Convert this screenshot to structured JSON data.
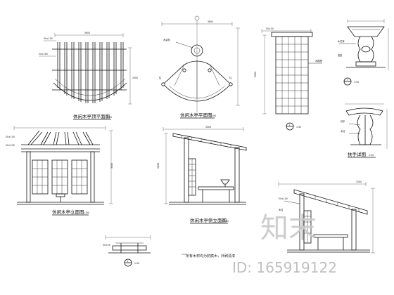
{
  "drawings": {
    "top_plan_title": "休闲木亭顶平面图",
    "top_plan_scale": "1:100",
    "floor_plan_title": "休闲木亭平面图",
    "floor_plan_scale": "1:100",
    "front_elevation_title": "休闲木亭立面图",
    "front_elevation_scale": "1:100",
    "side_elevation_title": "休闲木亭侧立面图",
    "side_elevation_scale": "1:100",
    "section_1_mark": "1",
    "section_1_scale": "1:50",
    "section_2_mark": "2",
    "section_2_scale": "1:50",
    "section_3_mark": "3",
    "section_3_scale": "1:50",
    "armrest_title": "扶手详图",
    "armrest_scale": "1:50",
    "note": "所有木材均为防腐木，外刷清漆"
  },
  "watermark": {
    "brand": "知末",
    "id_text": "ID: 165919122"
  }
}
